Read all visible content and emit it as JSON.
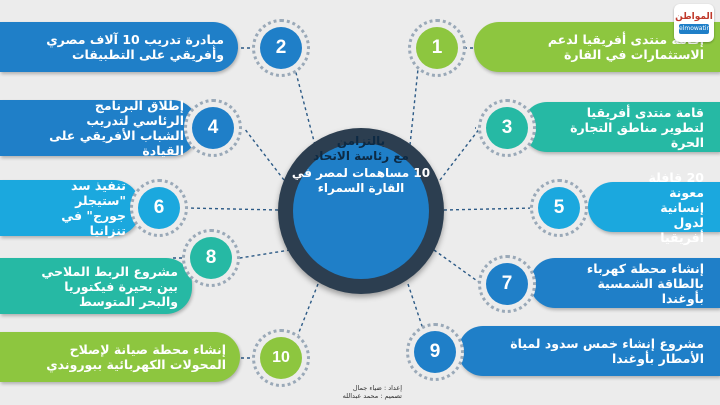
{
  "hub": {
    "line1": "بالتزامن",
    "line2": "مع رئاسة الاتحاد",
    "line3": "10 مساهمات لمصر في القارة السمراء"
  },
  "items": [
    {
      "num": "1",
      "text": "إقامة منتدى أفريقيا لدعم الاستثمارات في القارة",
      "color": "#8dc63f"
    },
    {
      "num": "2",
      "text": "مبادرة تدريب 10 آلاف مصري وأفريقي على التطبيقات",
      "color": "#1f7fc8"
    },
    {
      "num": "3",
      "text": "قامة منتدى أفريقيا لتطوير مناطق التجارة الحرة",
      "color": "#26b9a4"
    },
    {
      "num": "4",
      "text": "إطلاق البرنامج الرئاسي لتدريب الشباب الأفريقي على القيادة",
      "color": "#1f7fc8"
    },
    {
      "num": "5",
      "text": "20 قافلة معونة إنسانية لدول أفريقيا",
      "color": "#1ba8de"
    },
    {
      "num": "6",
      "text": "تنفيذ سد \"ستيجلر جورج\" في تنزانيا",
      "color": "#1ba8de"
    },
    {
      "num": "7",
      "text": "إنشاء محطة كهرباء بالطاقة الشمسية بأوغندا",
      "color": "#1f7fc8"
    },
    {
      "num": "8",
      "text": "مشروع الربط الملاحي بين بحيرة فيكتوريا والبحر المتوسط",
      "color": "#26b9a4"
    },
    {
      "num": "9",
      "text": "مشروع إنشاء خمس سدود لمياة الأمطار بأوغندا",
      "color": "#1f7fc8"
    },
    {
      "num": "10",
      "text": "إنشاء محطة صيانة لإصلاح المحولات الكهربائية ببوروندي",
      "color": "#8dc63f"
    }
  ],
  "credits": {
    "prep": "إعداد : ضياء جمال",
    "design": "تصميم : محمد عبدالله"
  },
  "logo": {
    "name": "المواطن",
    "sub": "elmowatin"
  },
  "colors": {
    "hub_outer": "#2c3e50",
    "hub_inner": "#1f7fc8",
    "background": "#ececec",
    "connector": "#2c5a86"
  }
}
